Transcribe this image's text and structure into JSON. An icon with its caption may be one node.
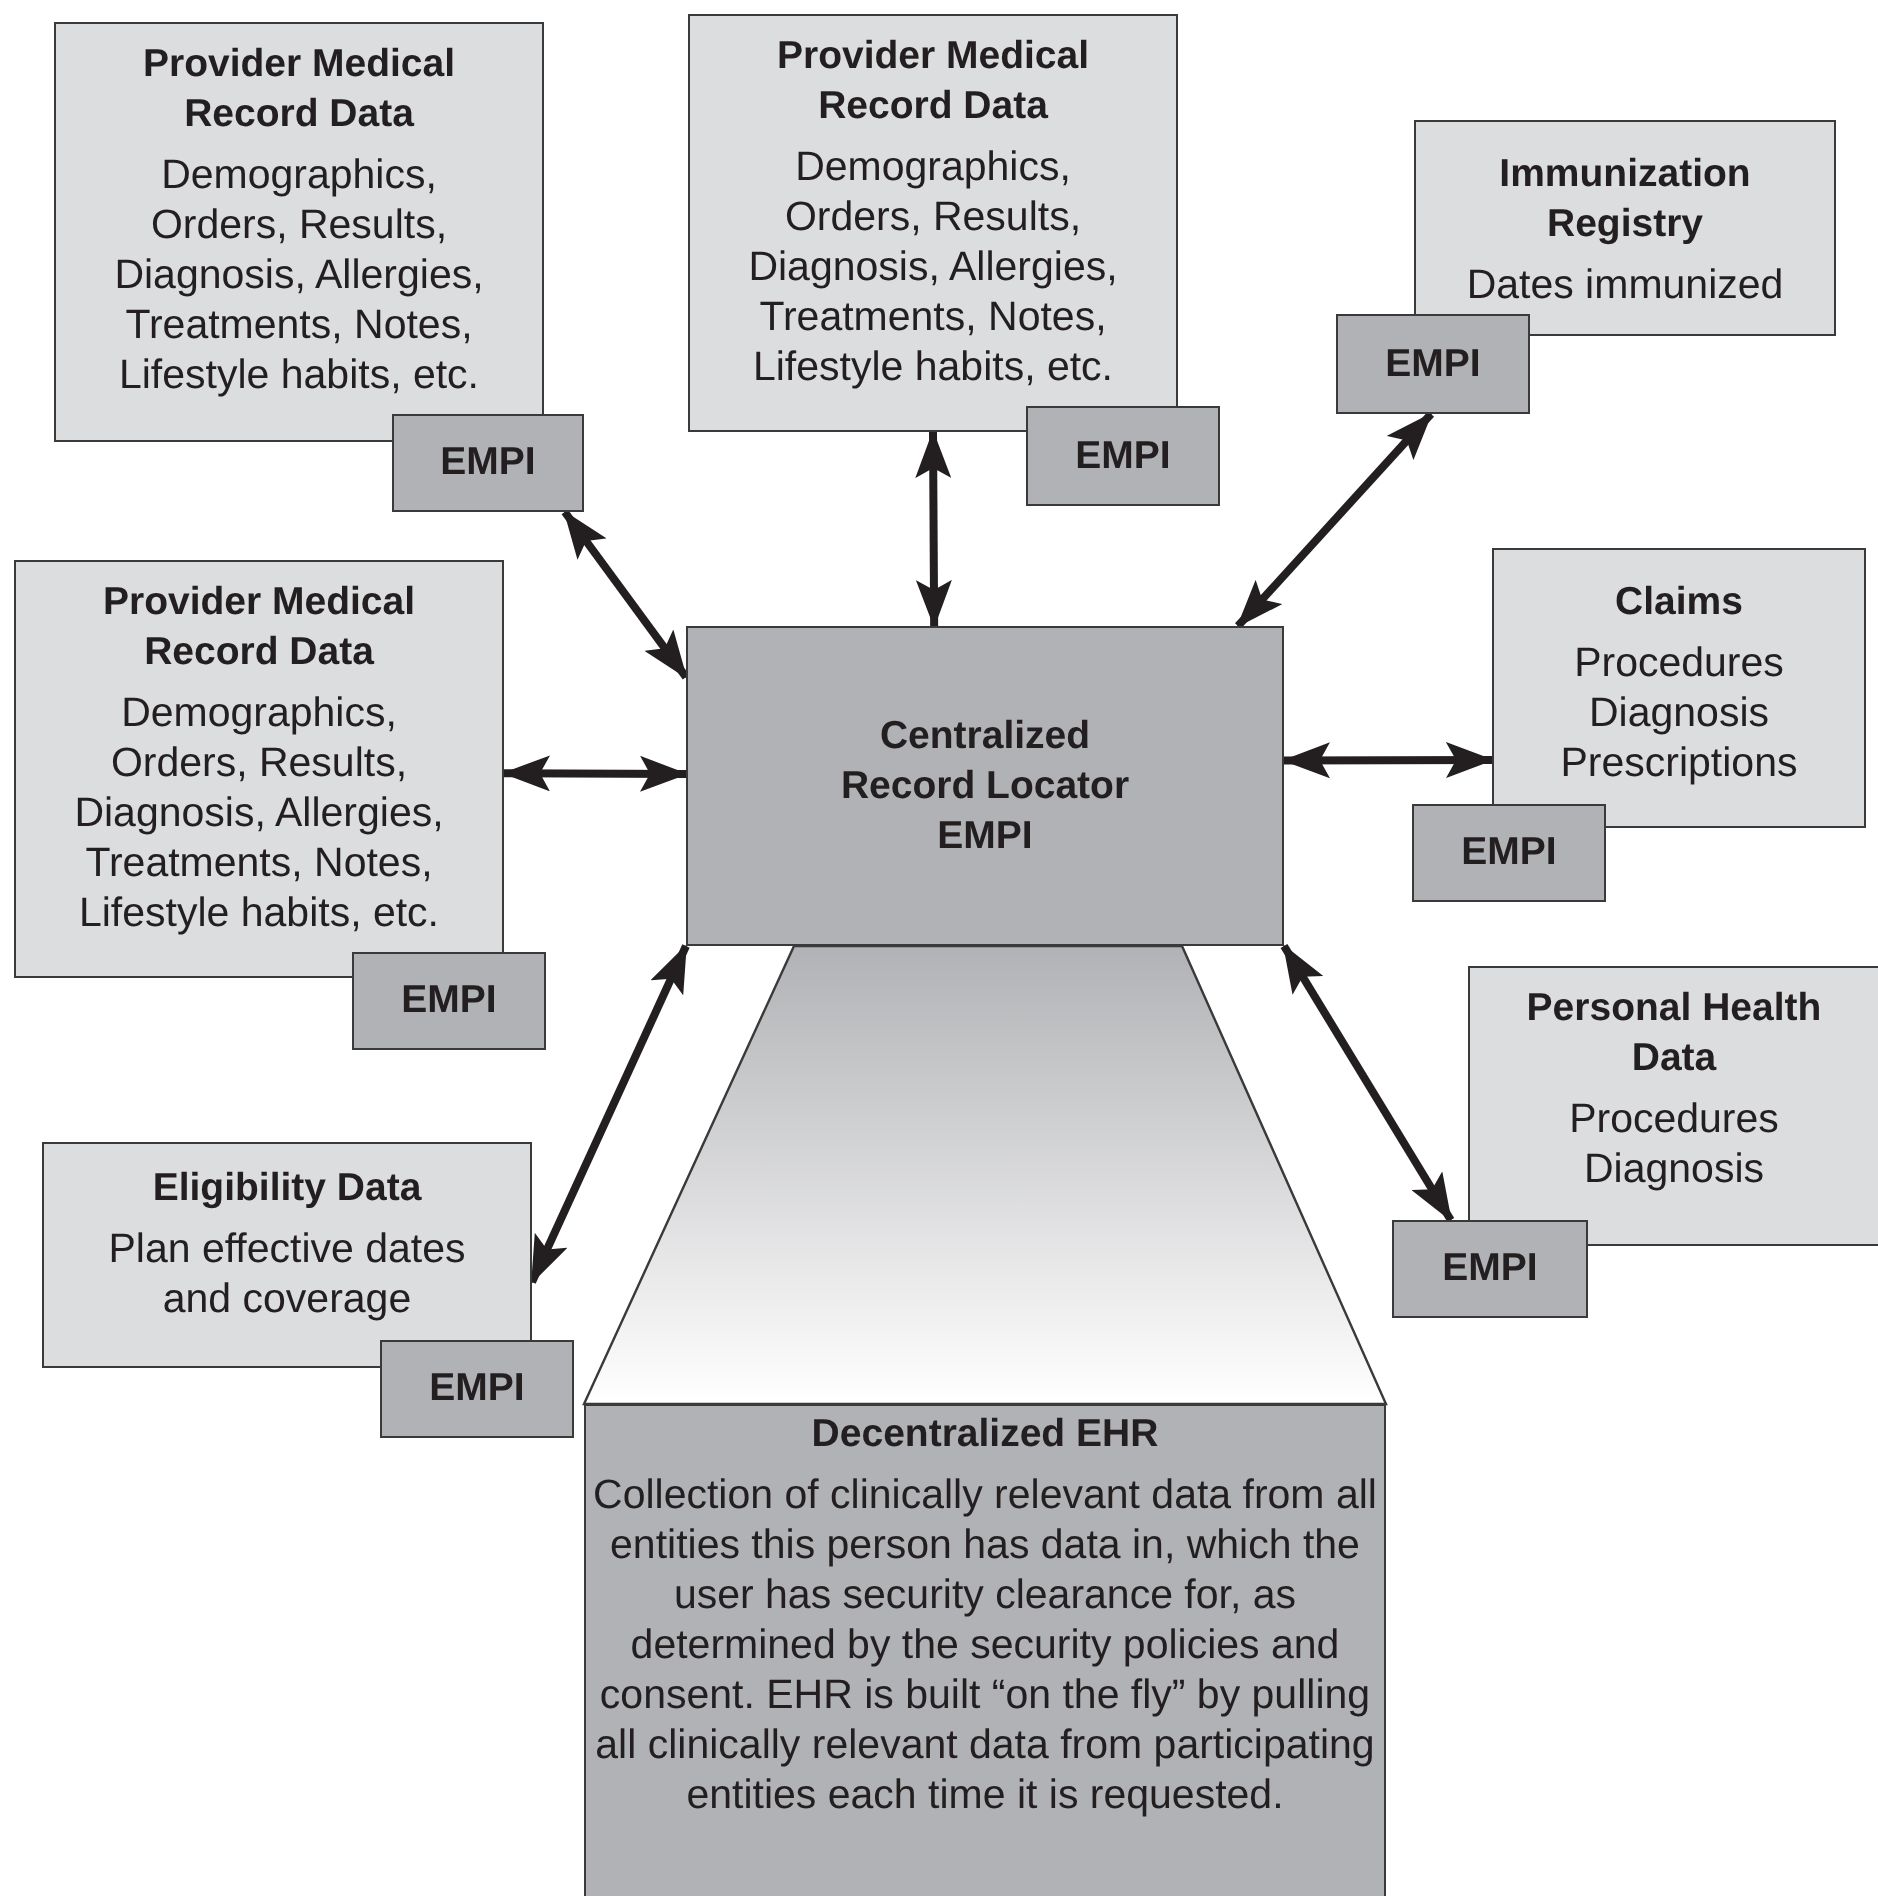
{
  "diagram": {
    "nodes": [
      {
        "text": [
          "Provider Medical Record Data",
          "Demographics, Orders, Results, Diagnosis, Allergies, Treatments, Notes, Lifestyle habits, etc."
        ]
      },
      {
        "text": [
          "EMPI"
        ]
      },
      {
        "text": [
          "Provider Medical Record Data",
          "Demographics, Orders, Results, Diagnosis, Allergies, Treatments, Notes, Lifestyle habits, etc."
        ]
      },
      {
        "text": [
          "EMPI"
        ]
      },
      {
        "text": [
          "Immunization Registry",
          "Dates immunized"
        ]
      },
      {
        "text": [
          "EMPI"
        ]
      },
      {
        "text": [
          "Provider Medical Record Data",
          "Demographics, Orders, Results, Diagnosis, Allergies, Treatments, Notes, Lifestyle habits, etc."
        ]
      },
      {
        "text": [
          "EMPI"
        ]
      },
      {
        "text": [
          "Centralized Record Locator EMPI"
        ]
      },
      {
        "text": [
          "Claims",
          "Procedures Diagnosis Prescriptions"
        ]
      },
      {
        "text": [
          "EMPI"
        ]
      },
      {
        "text": [
          "Eligibility Data",
          "Plan effective dates and coverage"
        ]
      },
      {
        "text": [
          "EMPI"
        ]
      },
      {
        "text": [
          "Personal Health Data",
          "Procedures Diagnosis"
        ]
      },
      {
        "text": [
          "EMPI"
        ]
      },
      {
        "text": [],
        "shape": "trapezoid"
      },
      {
        "text": [
          "Decentralized EHR",
          "Collection of clinically relevant data from all entities this person has data in, which the user has security clearance for, as determined by the security policies and consent. EHR is built “on the fly” by pulling all clinically relevant data from participating entities each time it is requested."
        ]
      }
    ],
    "edges": [
      {
        "from": 1,
        "to": 8,
        "arrow": "both"
      },
      {
        "from": 2,
        "to": 8,
        "arrow": "both"
      },
      {
        "from": 5,
        "to": 8,
        "arrow": "both"
      },
      {
        "from": 6,
        "to": 8,
        "arrow": "both"
      },
      {
        "from": 8,
        "to": 9,
        "arrow": "both"
      },
      {
        "from": 8,
        "to": 11,
        "arrow": "both"
      },
      {
        "from": 8,
        "to": 14,
        "arrow": "both"
      }
    ]
  }
}
